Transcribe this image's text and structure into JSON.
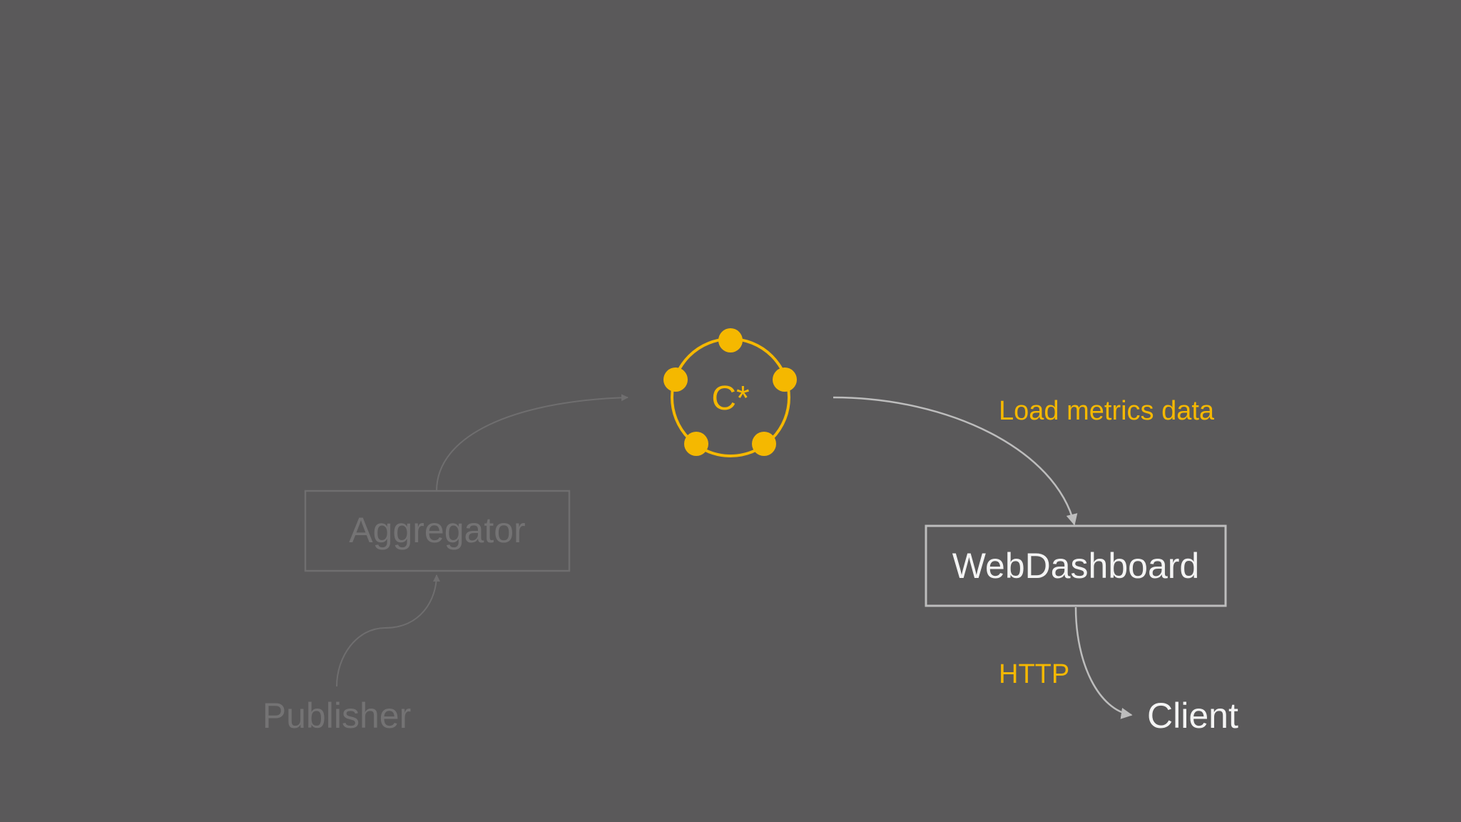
{
  "colors": {
    "background": "#5a595a",
    "accent": "#f5b800",
    "active_text": "#f4f4f4",
    "active_line": "#bdbdbd",
    "faded": "#6f6e6f"
  },
  "nodes": {
    "publisher": {
      "label": "Publisher",
      "state": "faded"
    },
    "aggregator": {
      "label": "Aggregator",
      "state": "faded"
    },
    "cassandra": {
      "label": "C*",
      "state": "highlighted"
    },
    "web_dashboard": {
      "label": "WebDashboard",
      "state": "active"
    },
    "client": {
      "label": "Client",
      "state": "active"
    }
  },
  "edges": {
    "cassandra_to_dashboard": {
      "label": "Load metrics data"
    },
    "dashboard_to_client": {
      "label": "HTTP"
    }
  }
}
